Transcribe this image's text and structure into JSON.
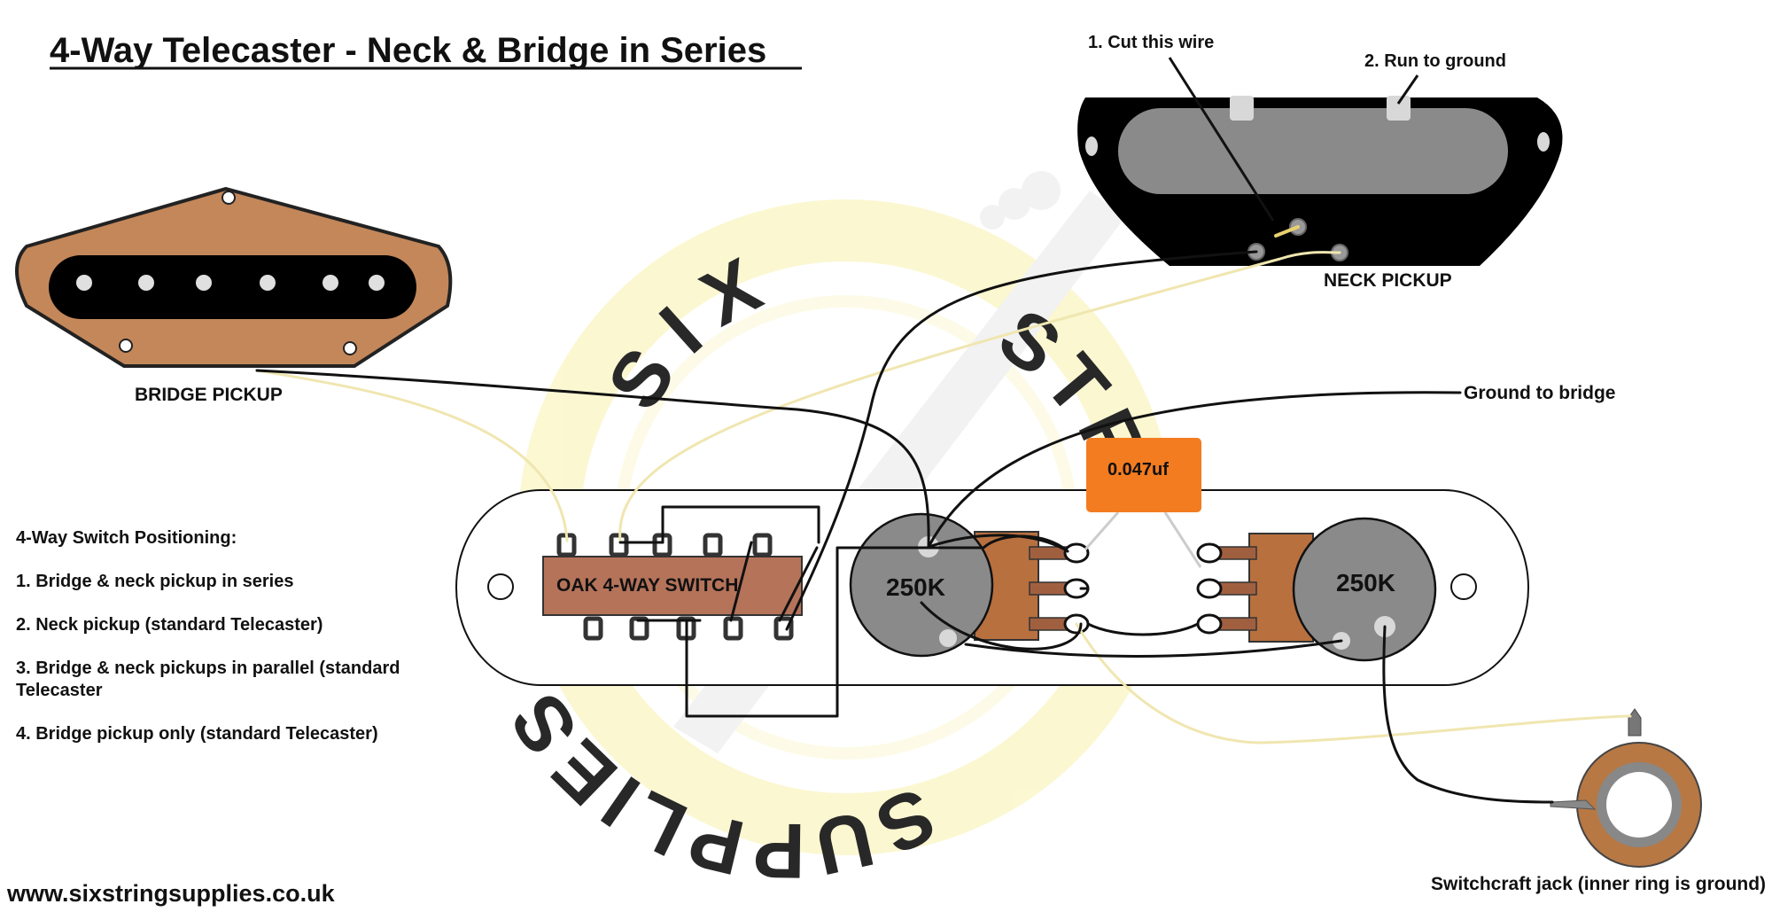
{
  "title": "4-Way Telecaster - Neck & Bridge in Series",
  "annotations": {
    "cut_wire": "1. Cut this wire",
    "run_ground": "2. Run to ground",
    "ground_bridge": "Ground to bridge"
  },
  "pickups": {
    "bridge": "BRIDGE PICKUP",
    "neck": "NECK PICKUP"
  },
  "components": {
    "switch": "OAK 4-WAY SWITCH",
    "pot_volume": "250K",
    "pot_tone": "250K",
    "capacitor": "0.047uf",
    "jack": "Switchcraft jack (inner ring is ground)"
  },
  "switch_positions": {
    "heading": "4-Way Switch Positioning:",
    "items": [
      "1. Bridge & neck pickup in series",
      "2. Neck pickup (standard Telecaster)",
      "3. Bridge & neck pickups in parallel (standard",
      "Telecaster",
      "4. Bridge pickup only (standard Telecaster)"
    ]
  },
  "footer": {
    "website": "www.sixstringsupplies.co.uk"
  },
  "watermark": {
    "top": "SIX",
    "right": "STRING",
    "bottom": "SUPPLIES"
  },
  "colors": {
    "wire_hot": "#f0e6b0",
    "wire_black": "#111111",
    "capacitor": "#f47c20",
    "pot_body": "#b8703f",
    "pickup_copper": "#c3875a",
    "watermark": "#fbf6c8"
  }
}
